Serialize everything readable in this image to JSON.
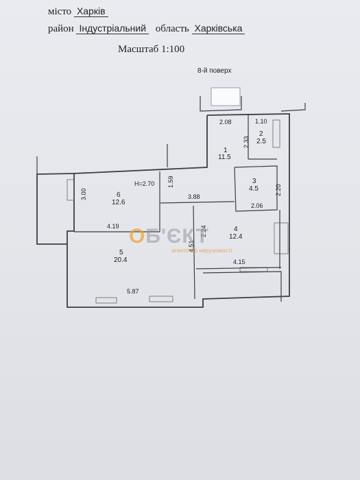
{
  "header": {
    "city_label": "місто",
    "city_value": "Харків",
    "district_label": "район",
    "district_value": "Індустріальний",
    "region_label": "область",
    "region_value": "Харківська",
    "scale": "Масштаб 1:100",
    "floor": "8-й поверх"
  },
  "rooms": [
    {
      "number": "1",
      "area": "11.5"
    },
    {
      "number": "2",
      "area": "2.5"
    },
    {
      "number": "3",
      "area": "4.5"
    },
    {
      "number": "4",
      "area": "12.4"
    },
    {
      "number": "5",
      "area": "20.4"
    },
    {
      "number": "6",
      "area": "12.6"
    }
  ],
  "dimensions": {
    "d208": "2.08",
    "d110": "1.10",
    "d233": "2.33",
    "d300": "3.00",
    "h270": "H=2.70",
    "d159": "1.59",
    "d220": "2.20",
    "d388": "3.88",
    "d206": "2.06",
    "d419": "4.19",
    "d451": "4.51",
    "d224": "2.24",
    "d415": "4.15",
    "d587": "5.87"
  },
  "watermark": {
    "brand_o": "О",
    "brand_rest": "Б'ЄКТ",
    "sub": "агентство нерухомості"
  }
}
